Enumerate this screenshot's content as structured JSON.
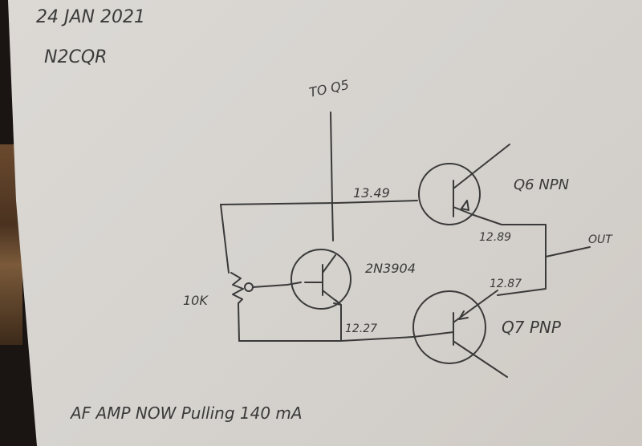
{
  "header": {
    "date": "24 JAN 2021",
    "callsign": "N2CQR"
  },
  "schematic": {
    "to_label": "TO Q5",
    "resistor_label": "10K",
    "driver_transistor": "2N3904",
    "q6_label": "Q6 NPN",
    "q7_label": "Q7 PNP",
    "out_label": "OUT",
    "voltages": {
      "q6_base": "13.49",
      "q6_emitter": "12.89",
      "q7_emitter": "12.87",
      "q7_base": "12.27"
    }
  },
  "footer": {
    "note": "AF AMP NOW Pulling 140 mA"
  },
  "colors": {
    "ink": "#3a3a3a",
    "paper": "#d8d5d1",
    "desk": "#1a1512"
  }
}
